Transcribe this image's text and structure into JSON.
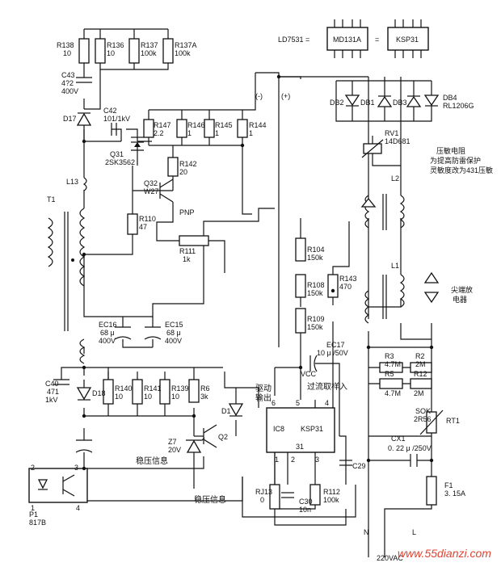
{
  "labels": {
    "r138": "R138",
    "r138v": "10",
    "r136": "R136",
    "r136v": "10",
    "r137": "R137",
    "r137v": "100k",
    "r137a": "R137A",
    "r137av": "100k",
    "c43": "C43",
    "c43v1": "4?2",
    "c43v2": "400V",
    "d17": "D17",
    "c42": "C42",
    "c42v": "101/1kV",
    "r147": "R147",
    "r147v": "2.2",
    "r146": "R146",
    "r146v": "1",
    "r145": "R145",
    "r145v": "1",
    "r144": "R144",
    "r144v": "1",
    "q31": "Q31",
    "q31v": "2SK3562",
    "r142": "R142",
    "r142v": "20",
    "q32": "Q32",
    "q32v": "W27",
    "pnp": "PNP",
    "l13": "L13",
    "t1": "T1",
    "r110": "R110",
    "r110v": "47",
    "r111": "R111",
    "r111v": "1k",
    "ec16": "EC16",
    "ec16v1": "68 μ",
    "ec16v2": "400V",
    "ec15": "EC15",
    "ec15v1": "68 μ",
    "ec15v2": "400V",
    "c40": "C40",
    "c40v1": "471",
    "c40v2": "1kV",
    "d18": "D18",
    "r140": "R140",
    "r140v": "10",
    "r141": "R141",
    "r141v": "10",
    "r139": "R139",
    "r139v": "10",
    "r6": "R6",
    "r6v": "3k",
    "z7": "Z7",
    "z7v": "20V",
    "q2": "Q2",
    "d1": "D1",
    "wenya1": "稳压信息",
    "wenya2": "稳压信息",
    "p1": "P1",
    "p1v": "817B",
    "pin1": "1",
    "pin2": "2",
    "pin3": "3",
    "pin4": "4",
    "ld7531": "LD7531 =",
    "md131a": "MD131A",
    "eq": "=",
    "ksp31box": "KSP31",
    "minus": "(-)",
    "plus": "(+)",
    "db2": "DB2",
    "db1": "DB1",
    "db3": "DB3",
    "db4": "DB4",
    "rl1206g": "RL1206G",
    "rv1": "RV1",
    "rv1v": "14D681",
    "note1": "压敏电阻",
    "note2": "为提高防雷保护",
    "note3": "灵敏度改为431压敏",
    "l2": "L2",
    "l1": "L1",
    "spark1": "尖端放",
    "spark2": "电器",
    "r104": "R104",
    "r104v": "150k",
    "r108": "R108",
    "r108v": "150k",
    "r143": "R143",
    "r143v": "470",
    "r109": "R109",
    "r109v": "150k",
    "ec17": "EC17",
    "ec17v": "10 μ /50V",
    "vcc": "VCC",
    "drive1": "驱动",
    "drive2": "输出",
    "ocp": "过流取样入",
    "ic_pin6": "6",
    "ic_pin5": "5",
    "ic_pin4": "4",
    "ic_name": "IC8",
    "ic_part": "KSP31",
    "ic_pin31": "31",
    "ic_pin1": "1",
    "ic_pin2": "2",
    "ic_pin3": "3",
    "c29": "C29",
    "rj13": "RJ13",
    "rj13v": "0",
    "c30": "C30",
    "c30v": "10n",
    "r112": "R112",
    "r112v": "100k",
    "r3": "R3",
    "r3v": "4.7M",
    "r2": "R2",
    "r2v": "2M",
    "r5": "R5",
    "r5v": "4.7M",
    "r12": "R12",
    "r12v": "2M",
    "sok": "SOK",
    "sokv": "2R56",
    "rt1": "RT1",
    "cx1": "CX1",
    "cx1v": "0. 22 μ /250V",
    "f1": "F1",
    "f1v": "3. 15A",
    "n": "N",
    "l": "L",
    "ac": "220VAC",
    "watermark": "www.55dianzi.com"
  }
}
